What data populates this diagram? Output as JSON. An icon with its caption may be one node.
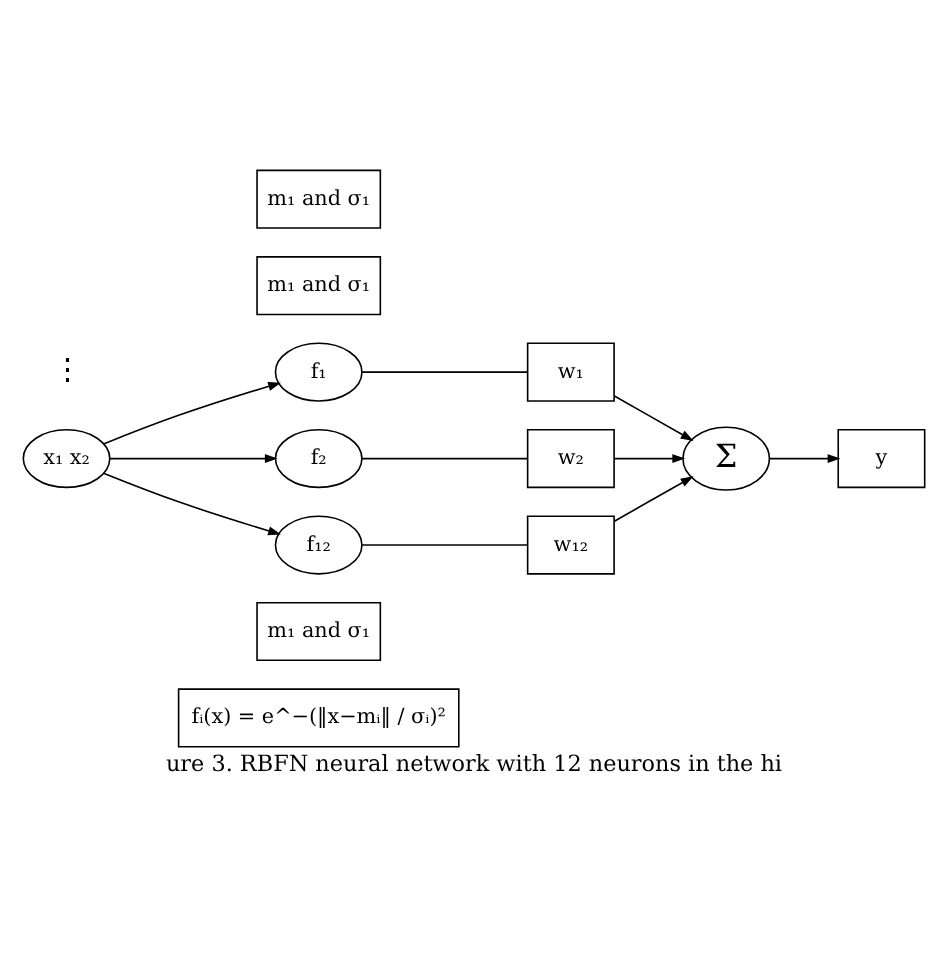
{
  "diagram": {
    "caption": "ure 3. RBFN neural network with 12 neurons in the hi",
    "nodes": [
      {
        "text": [
          "fᵢ(x) = e^−(‖x−mᵢ‖ / σᵢ)²"
        ]
      },
      {
        "text": [
          "m₁ and σ₁"
        ]
      },
      {
        "text": [
          "f₁"
        ]
      },
      {
        "text": [
          "m₁ and σ₁"
        ]
      },
      {
        "text": [
          "f₂"
        ]
      },
      {
        "text": [
          "w₁"
        ]
      },
      {
        "text": [
          "w₂"
        ]
      },
      {
        "text": [
          "x₁ x₂"
        ]
      },
      {
        "text": [
          "Σ"
        ]
      },
      {
        "text": [
          "y"
        ]
      },
      {
        "text": [
          "w₁₂"
        ]
      },
      {
        "text": [
          "m₁ and σ₁"
        ]
      },
      {
        "text": [
          "f₁₂"
        ]
      }
    ],
    "edges": [
      {
        "from": 7,
        "to": 2,
        "arrow": "to"
      },
      {
        "from": 7,
        "to": 4,
        "arrow": "to"
      },
      {
        "from": 7,
        "to": 12,
        "arrow": "to"
      },
      {
        "from": 2,
        "to": 5,
        "arrow": "none"
      },
      {
        "from": 4,
        "to": 6,
        "arrow": "none"
      },
      {
        "from": 12,
        "to": 10,
        "arrow": "none"
      },
      {
        "from": 5,
        "to": 8,
        "arrow": "to"
      },
      {
        "from": 6,
        "to": 8,
        "arrow": "to"
      },
      {
        "from": 10,
        "to": 8,
        "arrow": "to"
      },
      {
        "from": 8,
        "to": 9,
        "arrow": "to"
      }
    ],
    "labels": [
      "⋮"
    ]
  }
}
